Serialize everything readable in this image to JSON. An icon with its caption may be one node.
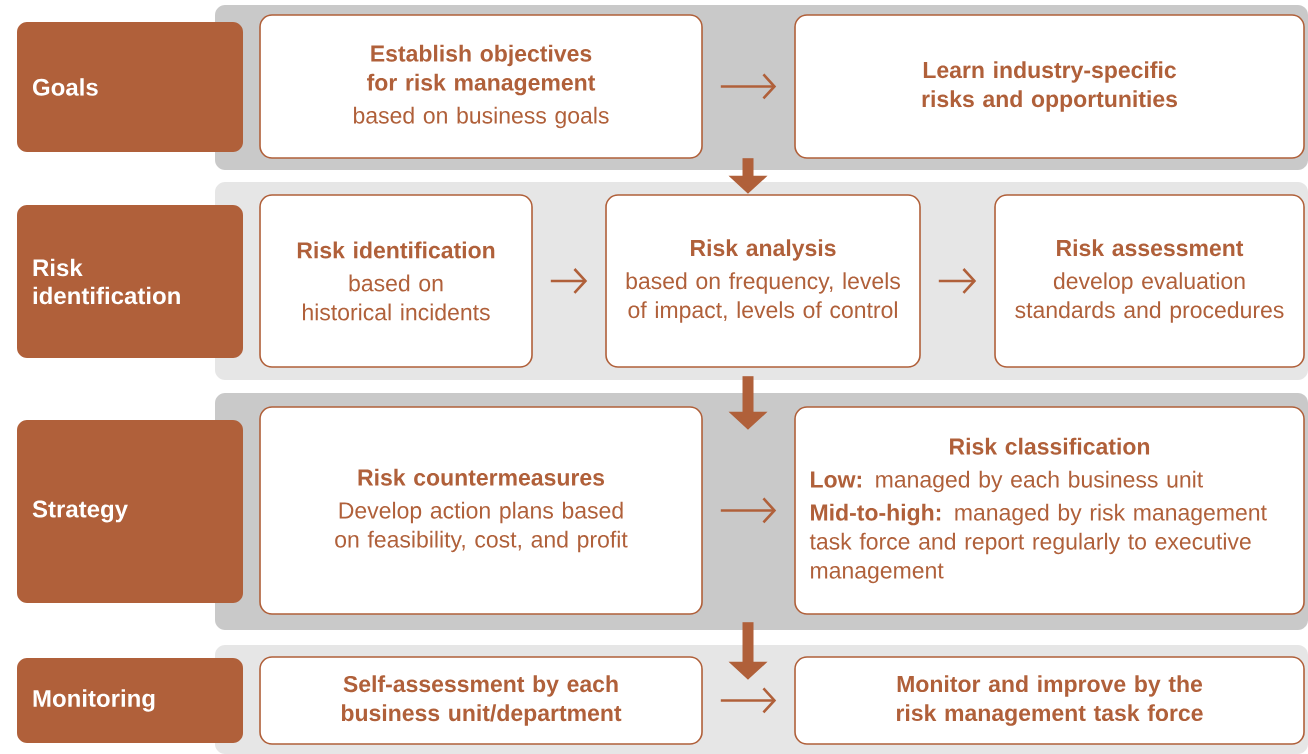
{
  "diagram": {
    "nodes": [
      {
        "text": [],
        "shape": "band"
      },
      {
        "text": [
          "Goals"
        ]
      },
      {
        "text": [
          "Establish objectives for risk management",
          "based on business goals"
        ],
        "in": 0
      },
      {
        "text": [
          "Learn industry-specific risks and opportunities"
        ],
        "in": 0
      },
      {
        "text": [],
        "shape": "band"
      },
      {
        "text": [
          "Risk identification"
        ]
      },
      {
        "text": [
          "Risk identification",
          "based on historical incidents"
        ],
        "in": 4
      },
      {
        "text": [
          "Risk analysis",
          "based on frequency, levels of impact, levels of control"
        ],
        "in": 4
      },
      {
        "text": [
          "Risk assessment",
          "develop evaluation standards and procedures"
        ],
        "in": 4
      },
      {
        "text": [],
        "shape": "band"
      },
      {
        "text": [
          "Strategy"
        ]
      },
      {
        "text": [
          "Risk countermeasures",
          "Develop action plans based on feasibility, cost, and profit"
        ],
        "in": 9
      },
      {
        "text": [
          "Risk classification",
          "**Low:** managed by each business unit",
          "**Mid-to-high:** managed by risk management task force and report regularly to executive management"
        ],
        "in": 9
      },
      {
        "text": [],
        "shape": "band"
      },
      {
        "text": [
          "Monitoring"
        ]
      },
      {
        "text": [
          "Self-assessment by each business unit/department"
        ],
        "in": 13
      },
      {
        "text": [
          "Monitor and improve by the risk management task force"
        ],
        "in": 13
      }
    ],
    "edges": [
      {
        "from": 2,
        "to": 3,
        "arrow": "to"
      },
      {
        "from": 0,
        "to": 4,
        "arrow": "to",
        "style": "thick"
      },
      {
        "from": 6,
        "to": 7,
        "arrow": "to"
      },
      {
        "from": 7,
        "to": 8,
        "arrow": "to"
      },
      {
        "from": 4,
        "to": 9,
        "arrow": "to",
        "style": "thick"
      },
      {
        "from": 11,
        "to": 12,
        "arrow": "to"
      },
      {
        "from": 9,
        "to": 13,
        "arrow": "to",
        "style": "thick"
      },
      {
        "from": 15,
        "to": 16,
        "arrow": "to"
      }
    ]
  }
}
